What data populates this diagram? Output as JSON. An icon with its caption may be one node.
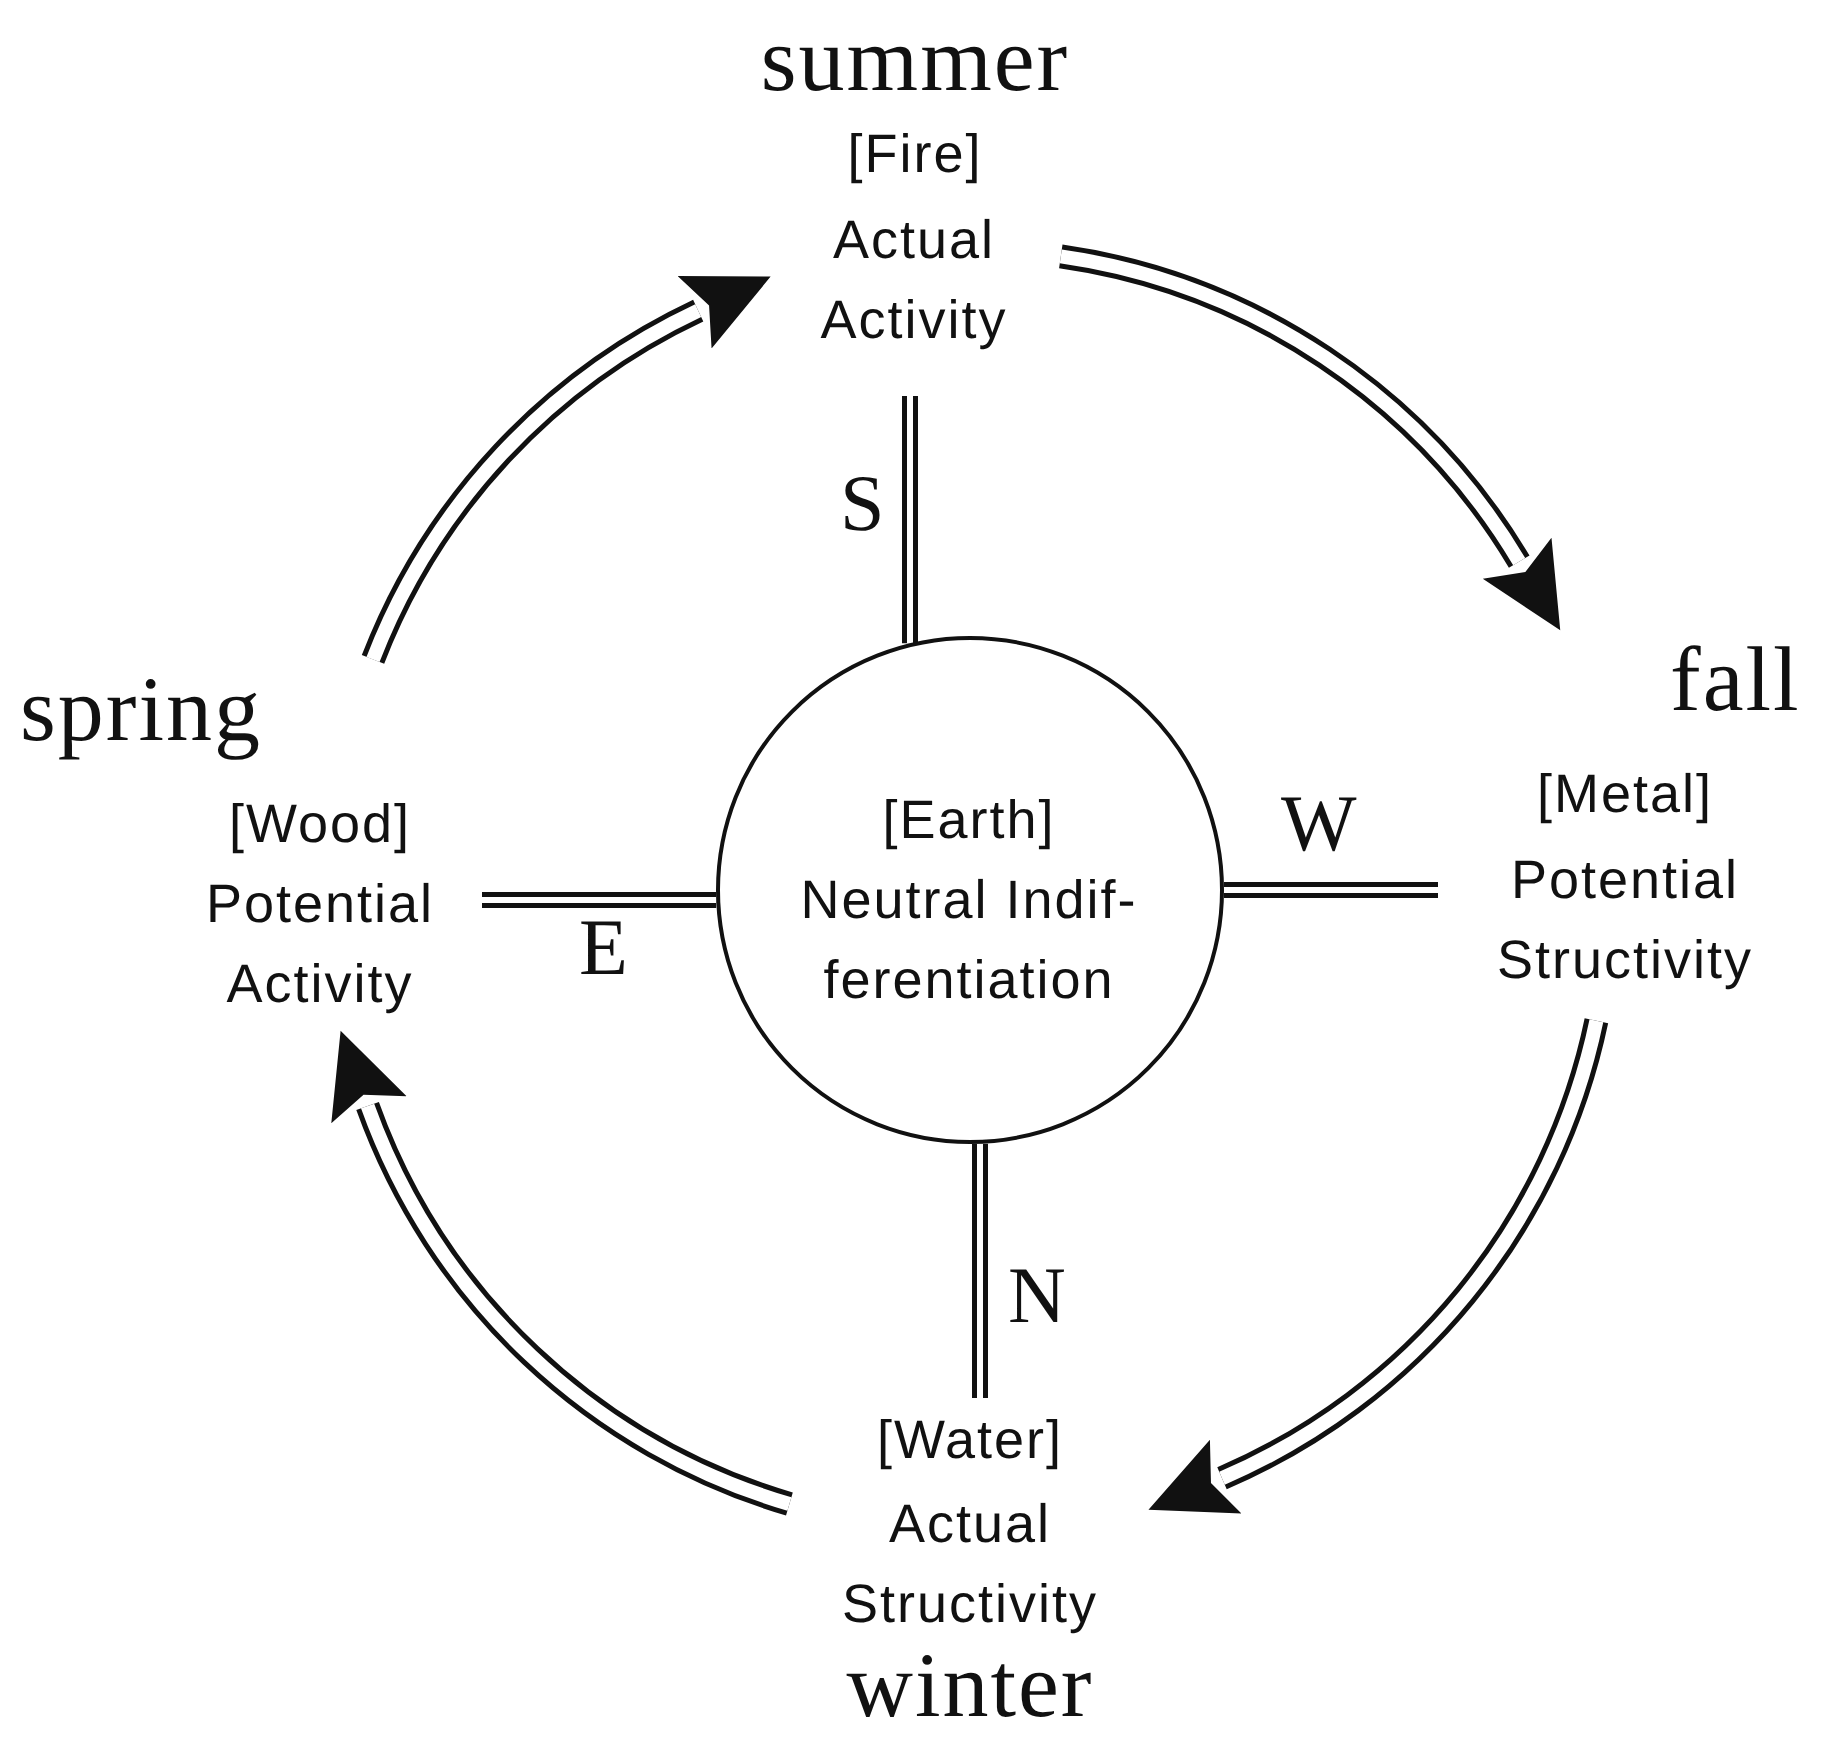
{
  "diagram": {
    "nodes": [
      {
        "text": [
          "summer",
          "[Fire]",
          "Actual Activity"
        ]
      },
      {
        "text": [
          "spring",
          "[Wood]",
          "Potential Activity"
        ]
      },
      {
        "text": [
          "[Earth]",
          "Neutral Indif- ferentiation"
        ]
      },
      {
        "text": [
          "fall",
          "[Metal]",
          "Potential Structivity"
        ]
      },
      {
        "text": [
          "[Water]",
          "Actual Structivity",
          "winter"
        ]
      }
    ],
    "edges": [
      {
        "from": 2,
        "to": 0,
        "arrow": "none",
        "label": "S"
      },
      {
        "from": 2,
        "to": 1,
        "arrow": "none",
        "label": "E"
      },
      {
        "from": 2,
        "to": 3,
        "arrow": "none",
        "label": "W"
      },
      {
        "from": 2,
        "to": 4,
        "arrow": "none",
        "label": "N"
      },
      {
        "from": 1,
        "to": 0,
        "arrow": "to"
      },
      {
        "from": 0,
        "to": 3,
        "arrow": "to"
      },
      {
        "from": 3,
        "to": 4,
        "arrow": "to"
      },
      {
        "from": 4,
        "to": 1,
        "arrow": "to"
      }
    ]
  }
}
